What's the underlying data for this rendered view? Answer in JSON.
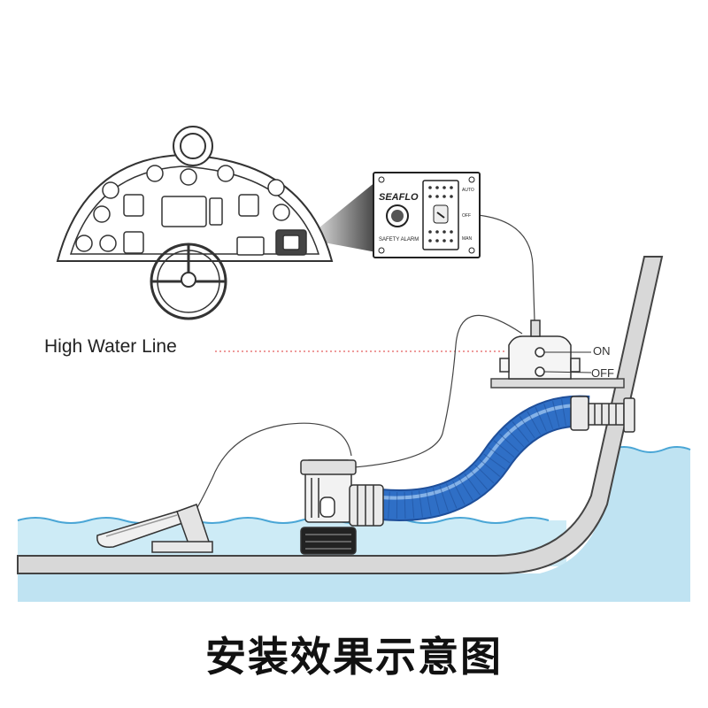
{
  "labels": {
    "high_water_line": "High Water Line",
    "float_switch_on": "ON",
    "float_switch_off": "OFF"
  },
  "panel": {
    "brand": "SEAFLO",
    "alarm_text": "SAFETY ALARM",
    "mode_auto": "AUTO",
    "mode_off": "OFF",
    "mode_man": "MAN"
  },
  "caption": "安装效果示意图",
  "colors": {
    "water": "#bfe3f2",
    "water_edge": "#4aa6d6",
    "hose": "#2f6fc6",
    "hose_stripe": "#9bc3ef",
    "line_art": "#333333",
    "high_water_dots": "#e87a7a"
  }
}
